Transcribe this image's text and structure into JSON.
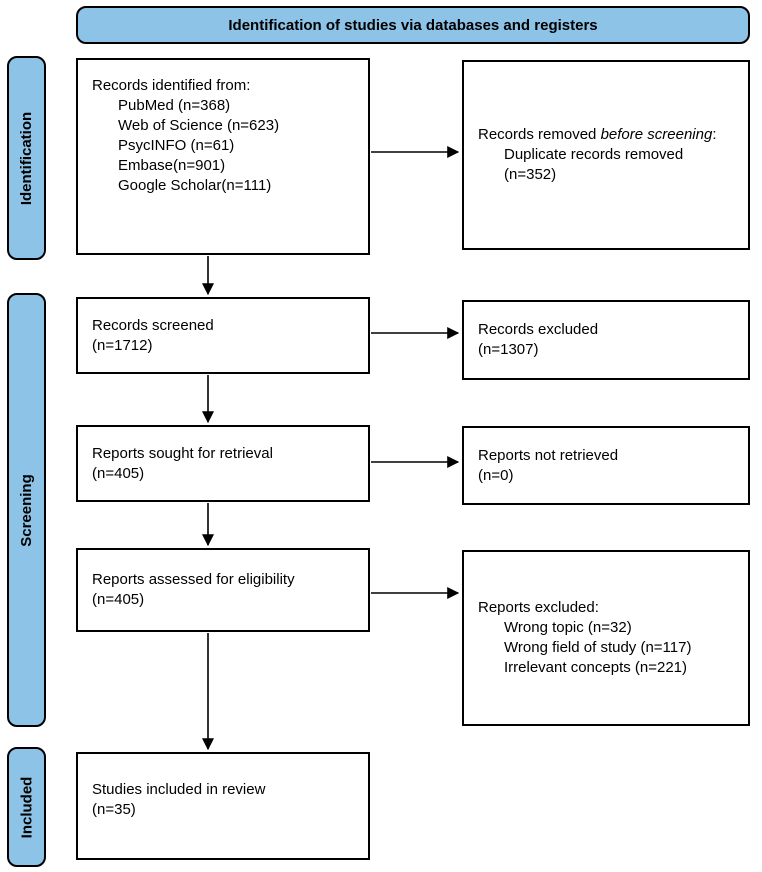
{
  "header": {
    "title": "Identification of studies via databases and registers"
  },
  "sidebar": {
    "identification": "Identification",
    "screening": "Screening",
    "included": "Included"
  },
  "boxes": {
    "records_identified": {
      "title": "Records identified from:",
      "items": [
        "PubMed (n=368)",
        "Web of Science (n=623)",
        "PsycINFO (n=61)",
        "Embase(n=901)",
        "Google Scholar(n=111)"
      ]
    },
    "records_removed": {
      "prefix": "Records removed ",
      "italic": "before screening",
      "suffix": ":",
      "items": [
        "Duplicate records removed (n=352)"
      ]
    },
    "records_screened": {
      "line1": "Records screened",
      "line2": "(n=1712)"
    },
    "records_excluded": {
      "line1": "Records excluded",
      "line2": "(n=1307)"
    },
    "reports_sought": {
      "line1": "Reports sought for retrieval",
      "line2": "(n=405)"
    },
    "reports_not_retrieved": {
      "line1": "Reports not retrieved",
      "line2": "(n=0)"
    },
    "reports_assessed": {
      "line1": "Reports assessed for eligibility",
      "line2": "(n=405)"
    },
    "reports_excluded": {
      "title": "Reports excluded:",
      "items": [
        "Wrong topic (n=32)",
        "Wrong field of study (n=117)",
        "Irrelevant concepts (n=221)"
      ]
    },
    "studies_included": {
      "line1": "Studies included in review",
      "line2": "(n=35)"
    }
  },
  "colors": {
    "accent_blue": "#8DC3E6",
    "border": "#000000"
  }
}
